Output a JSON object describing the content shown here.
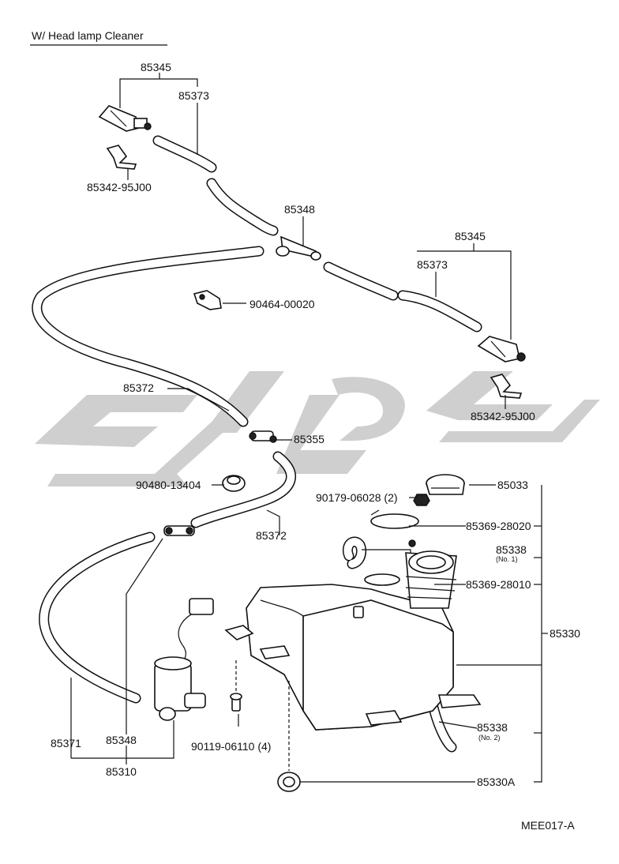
{
  "header": {
    "title": "W/ Head lamp Cleaner"
  },
  "diagram_code": "MEE017-A",
  "watermark": {
    "icon": "brand-logo-watermark",
    "color": "#cfcfcf"
  },
  "parts": {
    "p85345_top": "85345",
    "p85373_top": "85373",
    "p85342_top": "85342-95J00",
    "p85348_top": "85348",
    "p85345_right": "85345",
    "p85373_right": "85373",
    "p90464": "90464-00020",
    "p85342_right": "85342-95J00",
    "p85372_upper": "85372",
    "p85355": "85355",
    "p90480": "90480-13404",
    "p85372_lower": "85372",
    "p85033": "85033",
    "p90179": "90179-06028 (2)",
    "p85369_28020": "85369-28020",
    "p85338_no1": "85338",
    "p85338_no1_note": "(No. 1)",
    "p85369_28010": "85369-28010",
    "p85330": "85330",
    "p85338_no2": "85338",
    "p85338_no2_note": "(No. 2)",
    "p90119": "90119-06110 (4)",
    "p85330A": "85330A",
    "p85371": "85371",
    "p85348_bottom": "85348",
    "p85310": "85310"
  }
}
